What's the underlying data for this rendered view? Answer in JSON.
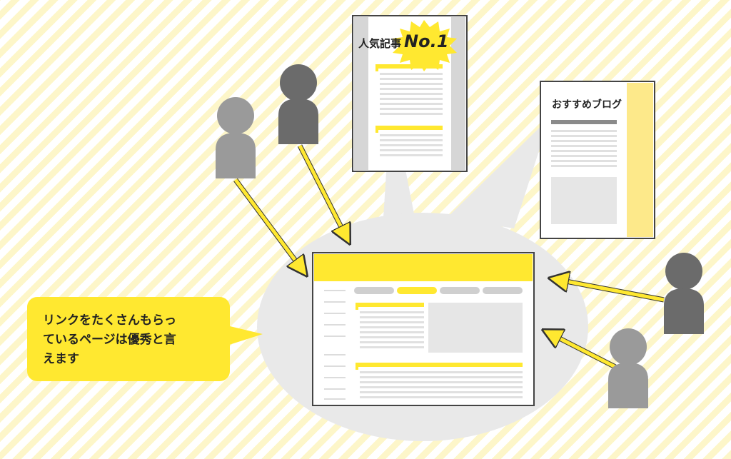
{
  "callout": {
    "line1": "リンクをたくさんもらっ",
    "line2": "ているページは優秀と言",
    "line3": "えます"
  },
  "popular_doc": {
    "label": "人気記事",
    "badge": "No.1"
  },
  "recommended_doc": {
    "label": "おすすめブログ"
  },
  "colors": {
    "accent_yellow": "#ffe830",
    "bubble_gray": "#ececec",
    "person_dark": "#6b6b6b",
    "person_light": "#9a9a9a"
  }
}
